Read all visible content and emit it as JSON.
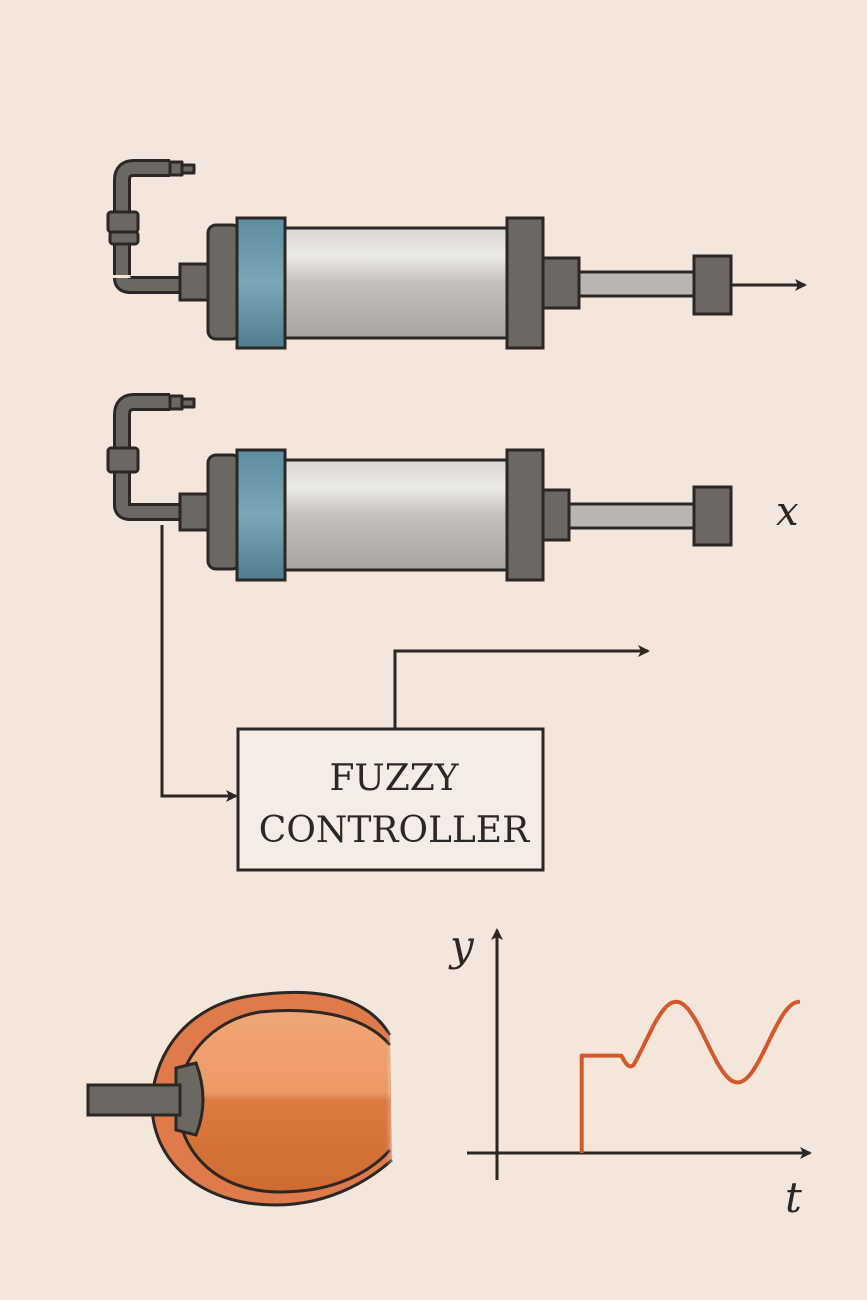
{
  "controller": {
    "line1": "FUZZY",
    "line2": "CONTROLLER"
  },
  "labels": {
    "position": "x",
    "y_axis": "y",
    "t_axis": "t"
  },
  "response": {
    "type": "line",
    "description_free": true,
    "points": [
      [
        0.0,
        0.0
      ],
      [
        0.2,
        0.0
      ],
      [
        0.2,
        0.58
      ],
      [
        0.22,
        0.58
      ],
      [
        0.4,
        0.58
      ],
      [
        0.5,
        0.75
      ],
      [
        0.6,
        0.92
      ],
      [
        0.7,
        0.72
      ],
      [
        0.8,
        0.45
      ],
      [
        0.9,
        0.41
      ],
      [
        1.0,
        0.64
      ],
      [
        1.1,
        0.87
      ],
      [
        1.2,
        0.86
      ],
      [
        1.3,
        0.63
      ]
    ]
  },
  "colors": {
    "background": "#f4e6da",
    "outline": "#2b2724",
    "band": "#6b98a8",
    "barrel": "#c8c5bc",
    "fitting": "#6b6862",
    "signal": "#d4582a",
    "sphere": "#e48a55"
  },
  "icons": [
    "pneumatic-cylinder",
    "elbow-fitting",
    "arrow",
    "eye-sphere"
  ]
}
